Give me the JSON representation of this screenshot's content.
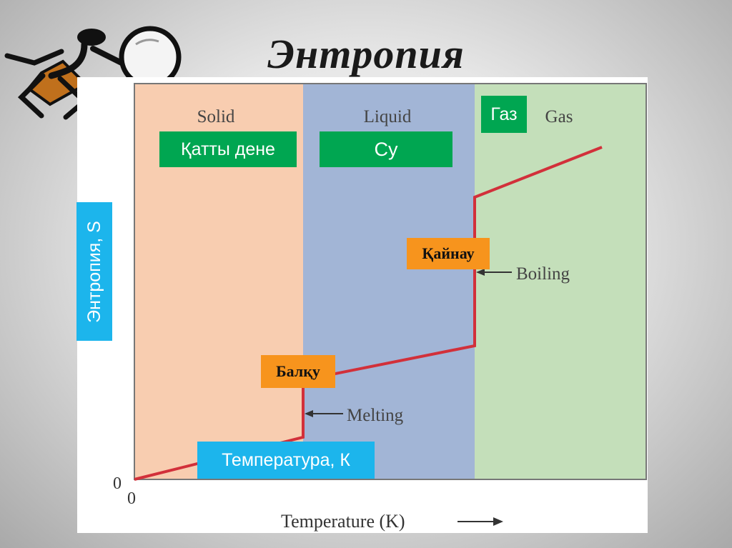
{
  "title": "Энтропия",
  "chart_data": {
    "type": "line",
    "title": "",
    "xlabel": "Temperature (K)",
    "ylabel": "",
    "x_origin_label": "0",
    "y_origin_label": "0",
    "phases": [
      {
        "name": "Solid",
        "translation": "Қатты дене",
        "color": "#f8cdb0"
      },
      {
        "name": "Liquid",
        "translation": "Су",
        "color": "#a2b5d6"
      },
      {
        "name": "Gas",
        "translation": "Газ",
        "color": "#c4dfba"
      }
    ],
    "annotations": [
      {
        "label": "Melting",
        "translation": "Балқу"
      },
      {
        "label": "Boiling",
        "translation": "Қайнау"
      }
    ],
    "curve_color": "#d2303a"
  },
  "overlay_labels": {
    "x_axis": "Температура, К",
    "y_axis": "Энтропия, S"
  }
}
